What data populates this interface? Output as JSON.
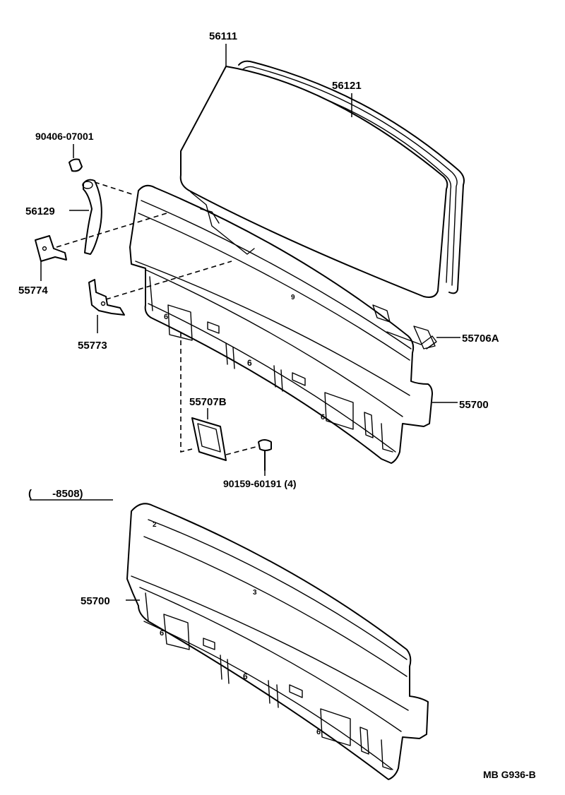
{
  "labels": {
    "windshield_glass": "56111",
    "weatherstrip": "56121",
    "nut": "90406-07001",
    "hose": "56129",
    "bracket_left": "55774",
    "bracket_right": "55773",
    "retainer": "55706A",
    "panel_upper": "55700",
    "cover": "55707B",
    "screw": "90159-60191 (4)",
    "date_range": "(       -8508)",
    "panel_lower": "55700",
    "figure_code": "MB G936-B"
  }
}
